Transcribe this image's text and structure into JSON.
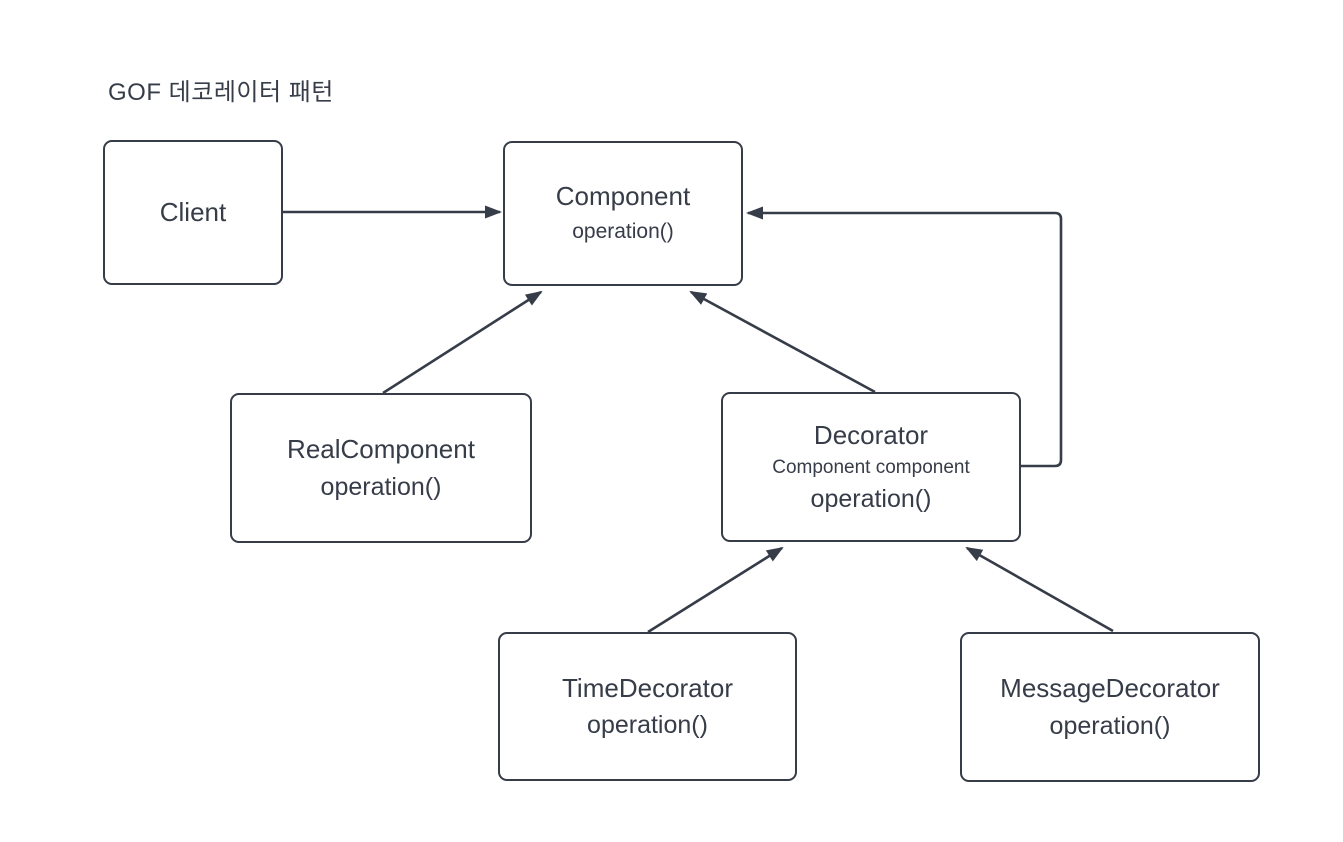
{
  "title": "GOF 데코레이터 패턴",
  "colors": {
    "background": "#ffffff",
    "stroke": "#363c48",
    "box_fill": "#ffffff",
    "text": "#363c48"
  },
  "nodes": {
    "client": {
      "name": "Client"
    },
    "component": {
      "name": "Component",
      "method": "operation()"
    },
    "realcomponent": {
      "name": "RealComponent",
      "method": "operation()"
    },
    "decorator": {
      "name": "Decorator",
      "field": "Component component",
      "method": "operation()"
    },
    "timedecorator": {
      "name": "TimeDecorator",
      "method": "operation()"
    },
    "messagedecorator": {
      "name": "MessageDecorator",
      "method": "operation()"
    }
  },
  "edges": [
    {
      "from": "Client",
      "to": "Component",
      "style": "solid-arrow",
      "route": "straight-horizontal"
    },
    {
      "from": "RealComponent",
      "to": "Component",
      "style": "solid-arrow",
      "route": "straight-diagonal"
    },
    {
      "from": "Decorator",
      "to": "Component",
      "style": "solid-arrow",
      "route": "straight-diagonal"
    },
    {
      "from": "Decorator",
      "to": "Component",
      "style": "solid-arrow",
      "route": "orthogonal-right-side"
    },
    {
      "from": "TimeDecorator",
      "to": "Decorator",
      "style": "solid-arrow",
      "route": "straight-diagonal"
    },
    {
      "from": "MessageDecorator",
      "to": "Decorator",
      "style": "solid-arrow",
      "route": "straight-diagonal"
    }
  ]
}
